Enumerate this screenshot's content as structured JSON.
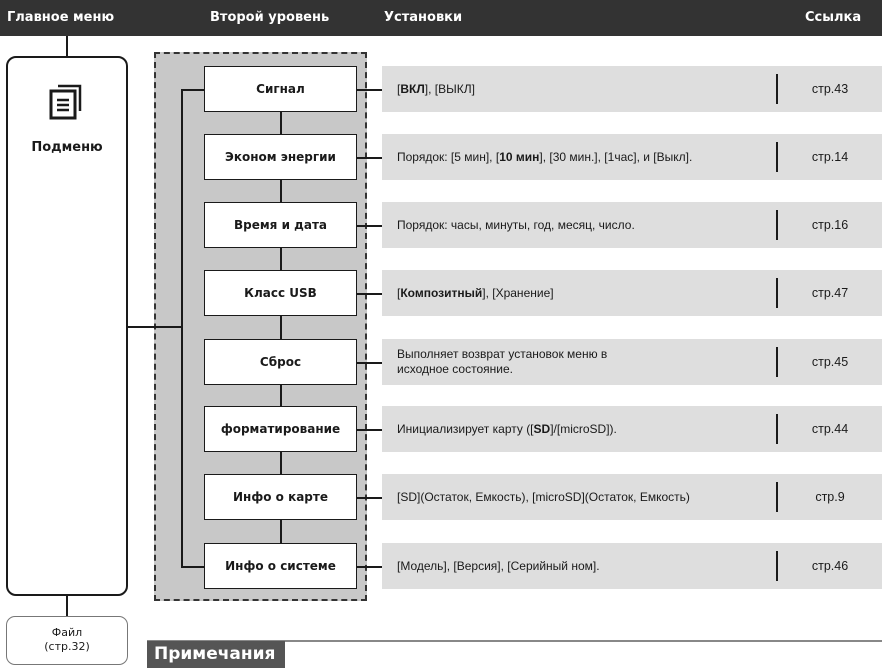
{
  "header": {
    "main_menu": "Главное меню",
    "second_level": "Второй уровень",
    "settings": "Установки",
    "reference": "Ссылка"
  },
  "submenu": {
    "label": "Подменю",
    "icon": "submenu-icon"
  },
  "file_box": {
    "title": "Файл",
    "ref": "(стр.32)"
  },
  "items": [
    {
      "label": "Сигнал",
      "ref": "стр.43"
    },
    {
      "label": "Эконом энергии",
      "ref": "стр.14"
    },
    {
      "label": "Время и дата",
      "ref": "стр.16"
    },
    {
      "label": "Класс USB",
      "ref": "стр.47"
    },
    {
      "label": "Сброс",
      "ref": "стр.45"
    },
    {
      "label": "форматирование",
      "ref": "стр.44"
    },
    {
      "label": "Инфо о карте",
      "ref": "стр.9"
    },
    {
      "label": "Инфо о системе",
      "ref": "стр.46"
    }
  ],
  "settings_text": {
    "signal": {
      "b1": "ВКЛ",
      "rest": "[ВЫКЛ]"
    },
    "power": {
      "pre": "Порядок: [5 мин], [",
      "bold": "10 мин",
      "post": "], [30 мин.], [1час], и [Выкл]."
    },
    "datetime": "Порядок: часы, минуты, год, месяц, число.",
    "usb": {
      "bold": "Композитный",
      "rest": "[Хранение]"
    },
    "reset": {
      "line1": "Выполняет возврат установок меню в",
      "line2": "исходное состояние."
    },
    "format": {
      "pre": "Инициализирует карту ([",
      "bold": "SD",
      "post": "]/[microSD])."
    },
    "card": "[SD](Остаток, Емкость), [microSD](Остаток, Емкость)",
    "system": "[Модель], [Версия], [Серийный ном]."
  },
  "notes": {
    "title": "Примечания"
  },
  "colors": {
    "header_bg": "#333333",
    "group_bg": "#c8c8c8",
    "row_bg": "#dedede",
    "notes_bg": "#555555"
  }
}
